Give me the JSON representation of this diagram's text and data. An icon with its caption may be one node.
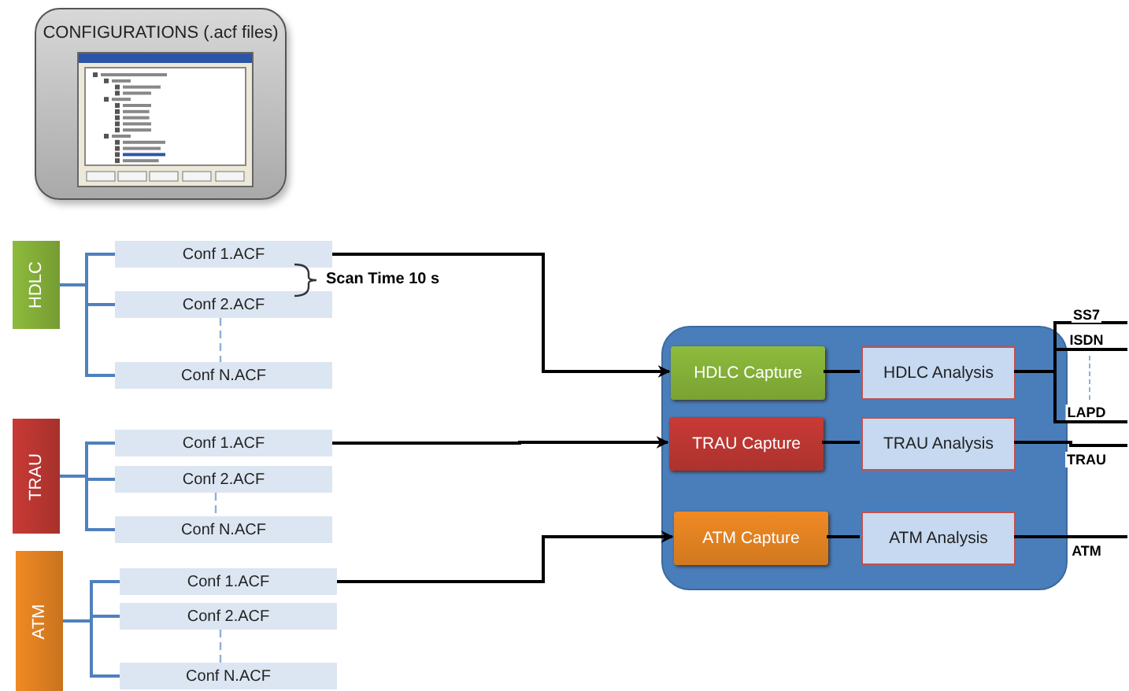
{
  "diagram": {
    "nodes": [
      {
        "text": [
          "CONFIGURATIONS (.acf files)"
        ]
      },
      {
        "text": [
          "HDLC"
        ]
      },
      {
        "text": [
          "Conf 1.ACF"
        ]
      },
      {
        "text": [
          "Conf 2.ACF"
        ]
      },
      {
        "text": [
          "Conf N.ACF"
        ]
      },
      {
        "text": [
          "TRAU"
        ]
      },
      {
        "text": [
          "Conf 1.ACF"
        ]
      },
      {
        "text": [
          "Conf 2.ACF"
        ]
      },
      {
        "text": [
          "Conf N.ACF"
        ]
      },
      {
        "text": [
          "ATM"
        ]
      },
      {
        "text": [
          "Conf 1.ACF"
        ]
      },
      {
        "text": [
          "Conf 2.ACF"
        ]
      },
      {
        "text": [
          "Conf N.ACF"
        ]
      },
      {
        "text": [],
        "shape": "box"
      },
      {
        "text": [
          "HDLC Capture"
        ],
        "in": 13
      },
      {
        "text": [
          "HDLC Analysis"
        ],
        "in": 13
      },
      {
        "text": [
          "TRAU Capture"
        ],
        "in": 13
      },
      {
        "text": [
          "TRAU Analysis"
        ],
        "in": 13
      },
      {
        "text": [
          "ATM Capture"
        ],
        "in": 13
      },
      {
        "text": [
          "ATM Analysis"
        ],
        "in": 13
      }
    ],
    "edges": [
      {
        "from": 1,
        "to": 2,
        "arrow": "none",
        "color": "#4f81bd"
      },
      {
        "from": 1,
        "to": 3,
        "arrow": "none",
        "color": "#4f81bd"
      },
      {
        "from": 1,
        "to": 4,
        "arrow": "none",
        "color": "#4f81bd"
      },
      {
        "from": 5,
        "to": 6,
        "arrow": "none",
        "color": "#4f81bd"
      },
      {
        "from": 5,
        "to": 7,
        "arrow": "none",
        "color": "#4f81bd"
      },
      {
        "from": 5,
        "to": 8,
        "arrow": "none",
        "color": "#4f81bd"
      },
      {
        "from": 9,
        "to": 10,
        "arrow": "none",
        "color": "#4f81bd"
      },
      {
        "from": 9,
        "to": 11,
        "arrow": "none",
        "color": "#4f81bd"
      },
      {
        "from": 9,
        "to": 12,
        "arrow": "none",
        "color": "#4f81bd"
      },
      {
        "from": 2,
        "to": 14,
        "arrow": "to"
      },
      {
        "from": 6,
        "to": 16,
        "arrow": "to"
      },
      {
        "from": 10,
        "to": 18,
        "arrow": "to"
      },
      {
        "from": 14,
        "to": 15,
        "arrow": "none"
      },
      {
        "from": 16,
        "to": 17,
        "arrow": "none"
      },
      {
        "from": 18,
        "to": 19,
        "arrow": "none"
      },
      {
        "from": 15,
        "to": null,
        "arrow": "none",
        "label": "SS7"
      },
      {
        "from": 15,
        "to": null,
        "arrow": "none",
        "label": "ISDN"
      },
      {
        "from": 15,
        "to": null,
        "arrow": "none",
        "label": "LAPD"
      },
      {
        "from": 17,
        "to": null,
        "arrow": "none",
        "label": "TRAU"
      },
      {
        "from": 19,
        "to": null,
        "arrow": "none",
        "label": "ATM"
      },
      {
        "from": 3,
        "to": 4,
        "arrow": "none",
        "style": "dashed",
        "color": "#8fb0d8"
      },
      {
        "from": 7,
        "to": 8,
        "arrow": "none",
        "style": "dashed",
        "color": "#8fb0d8"
      },
      {
        "from": 11,
        "to": 12,
        "arrow": "none",
        "style": "dashed",
        "color": "#8fb0d8"
      }
    ],
    "labels": [
      "Scan Time 10 s"
    ]
  }
}
